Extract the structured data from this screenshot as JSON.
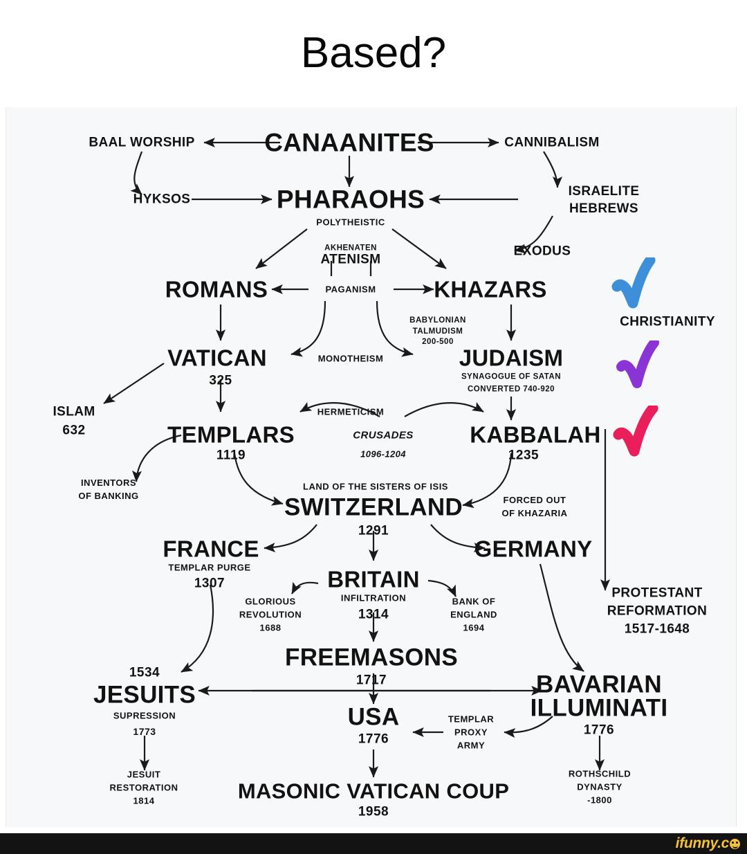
{
  "meme": {
    "title": "Based?",
    "watermark": "ifunny.c"
  },
  "diagram": {
    "nodes": {
      "canaanites": "CANAANITES",
      "baal_worship": "BAAL WORSHIP",
      "cannibalism": "CANNIBALISM",
      "hyksos": "HYKSOS",
      "pharaohs": "PHARAOHS",
      "polytheistic": "POLYTHEISTIC",
      "israelite": "ISRAELITE",
      "hebrews": "HEBREWS",
      "akhenaten": "AKHENATEN",
      "atenism": "ATENISM",
      "exodus": "EXODUS",
      "romans": "ROMANS",
      "paganism": "PAGANISM",
      "khazars": "KHAZARS",
      "christianity": "CHRISTIANITY",
      "babylonian": "BABYLONIAN",
      "talmudism": "TALMUDISM",
      "talmudism_years": "200-500",
      "vatican": "VATICAN",
      "vatican_year": "325",
      "monotheism": "MONOTHEISM",
      "judaism": "JUDAISM",
      "synagogue_of_satan": "SYNAGOGUE OF SATAN",
      "converted": "CONVERTED 740-920",
      "hermeticism": "HERMETICISM",
      "islam": "ISLAM",
      "islam_year": "632",
      "templars": "TEMPLARS",
      "templars_year": "1119",
      "crusades": "CRUSADES",
      "crusades_years": "1096-1204",
      "kabbalah": "KABBALAH",
      "kabbalah_year": "1235",
      "inventors": "INVENTORS",
      "of_banking": "OF BANKING",
      "land_of_isis": "LAND OF THE SISTERS OF ISIS",
      "switzerland": "SWITZERLAND",
      "switzerland_year": "1291",
      "forced_out": "FORCED OUT",
      "of_khazaria": "OF KHAZARIA",
      "france": "FRANCE",
      "templar_purge": "TEMPLAR PURGE",
      "france_year": "1307",
      "germany": "GERMANY",
      "britain": "BRITAIN",
      "infiltration": "INFILTRATION",
      "britain_year": "1314",
      "glorious": "GLORIOUS",
      "revolution": "REVOLUTION",
      "revolution_year": "1688",
      "bank_of": "BANK OF",
      "england": "ENGLAND",
      "england_year": "1694",
      "protestant": "PROTESTANT",
      "reformation": "REFORMATION",
      "reformation_years": "1517-1648",
      "freemasons": "FREEMASONS",
      "freemasons_year": "1717",
      "jesuits_year": "1534",
      "jesuits": "JESUITS",
      "supression": "SUPRESSION",
      "supression_year": "1773",
      "jesuit": "JESUIT",
      "restoration": "RESTORATION",
      "restoration_year": "1814",
      "bavarian": "BAVARIAN",
      "illuminati": "ILLUMINATI",
      "illuminati_year": "1776",
      "usa": "USA",
      "usa_year": "1776",
      "templar": "TEMPLAR",
      "proxy": "PROXY",
      "army": "ARMY",
      "rothschild": "ROTHSCHILD",
      "dynasty": "DYNASTY",
      "dynasty_year": "-1800",
      "masonic_coup": "MASONIC VATICAN COUP",
      "masonic_coup_year": "1958"
    },
    "annotations": {
      "check_blue": "blue-checkmark",
      "check_purple": "purple-checkmark",
      "check_pink": "pink-checkmark"
    },
    "colors": {
      "check_blue": "#3C8FD8",
      "check_purple": "#8B34D6",
      "check_pink": "#E91E5A",
      "ink": "#121212",
      "panel_bg": "#f7f8f9",
      "watermark": "#f5c13b",
      "footer": "#131313"
    }
  }
}
